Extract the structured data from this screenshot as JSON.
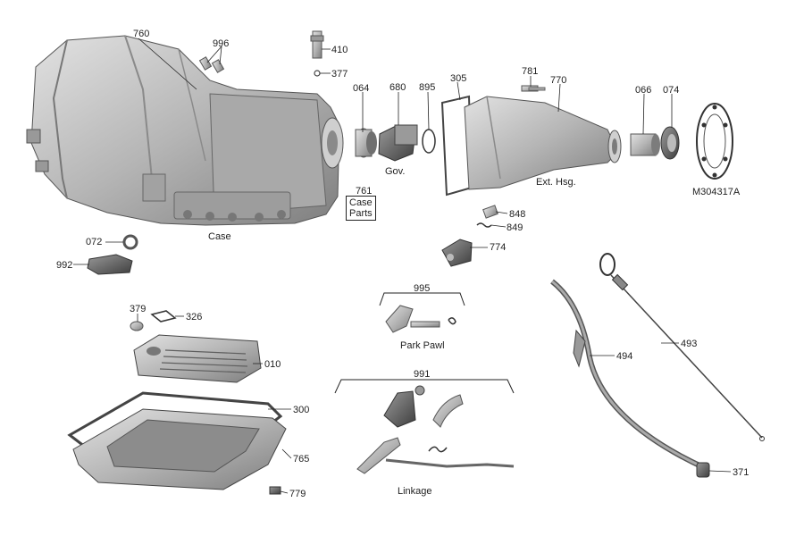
{
  "labels": {
    "p760": "760",
    "p996": "996",
    "p410": "410",
    "p377": "377",
    "p064": "064",
    "p680": "680",
    "p895": "895",
    "p305": "305",
    "p781": "781",
    "p770": "770",
    "p066": "066",
    "p074": "074",
    "p761": "761",
    "p072": "072",
    "p992": "992",
    "p848": "848",
    "p849": "849",
    "p774": "774",
    "p995": "995",
    "p379": "379",
    "p326": "326",
    "p010": "010",
    "p494": "494",
    "p493": "493",
    "p991": "991",
    "p300": "300",
    "p765": "765",
    "p371": "371",
    "p779": "779",
    "gasket_part": "M304317A"
  },
  "captions": {
    "case": "Case",
    "gov": "Gov.",
    "ext_hsg": "Ext. Hsg.",
    "case_parts_1": "Case",
    "case_parts_2": "Parts",
    "park_pawl": "Park Pawl",
    "linkage": "Linkage"
  },
  "colors": {
    "metal": "#b9b9b9",
    "metal_dark": "#7a7a7a",
    "metal_light": "#dcdcdc",
    "line": "#222222"
  }
}
